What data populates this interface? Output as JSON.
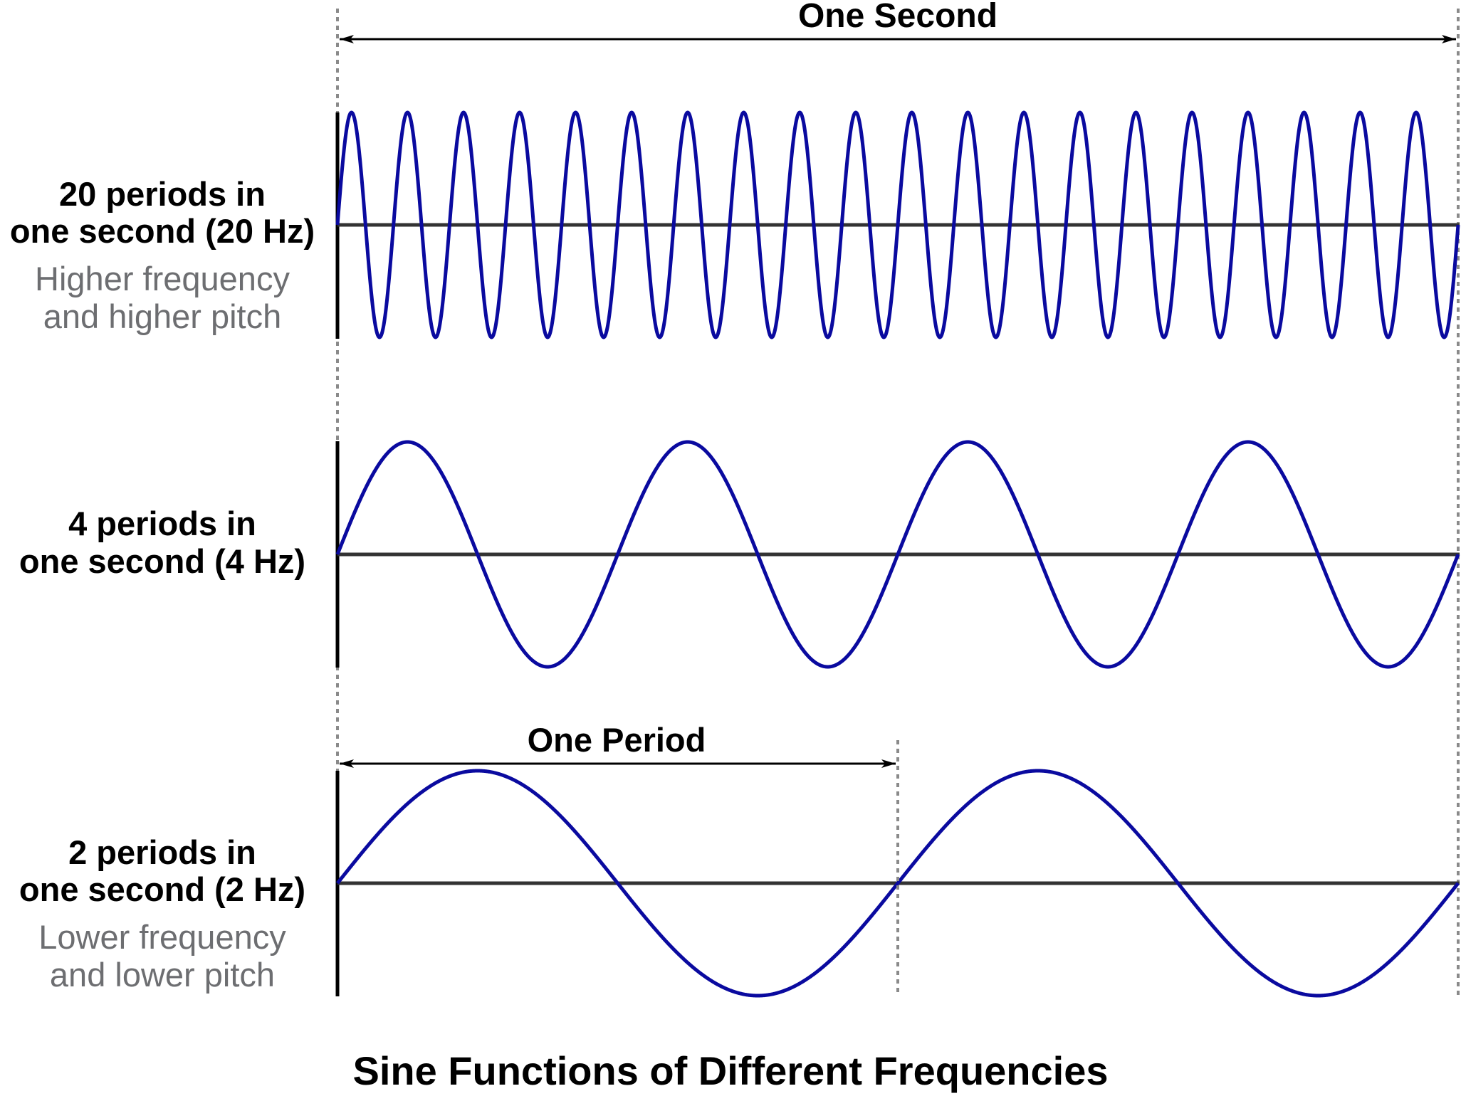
{
  "title": "Sine Functions of Different Frequencies",
  "one_second_label": "One Second",
  "one_period_label": "One Period",
  "colors": {
    "wave": "#0a0a9f",
    "axis": "#333333",
    "guide": "#8a8a8a",
    "text": "#000000",
    "note": "#6d6e71"
  },
  "waves": [
    {
      "periods": 20,
      "label_line1": "20 periods in",
      "label_line2": "one second (20 Hz)",
      "note_line1": "Higher frequency",
      "note_line2": "and higher pitch"
    },
    {
      "periods": 4,
      "label_line1": "4 periods in",
      "label_line2": "one second (4 Hz)",
      "note_line1": "",
      "note_line2": ""
    },
    {
      "periods": 2,
      "label_line1": "2 periods in",
      "label_line2": "one second (2 Hz)",
      "note_line1": "Lower frequency",
      "note_line2": "and lower pitch"
    }
  ]
}
